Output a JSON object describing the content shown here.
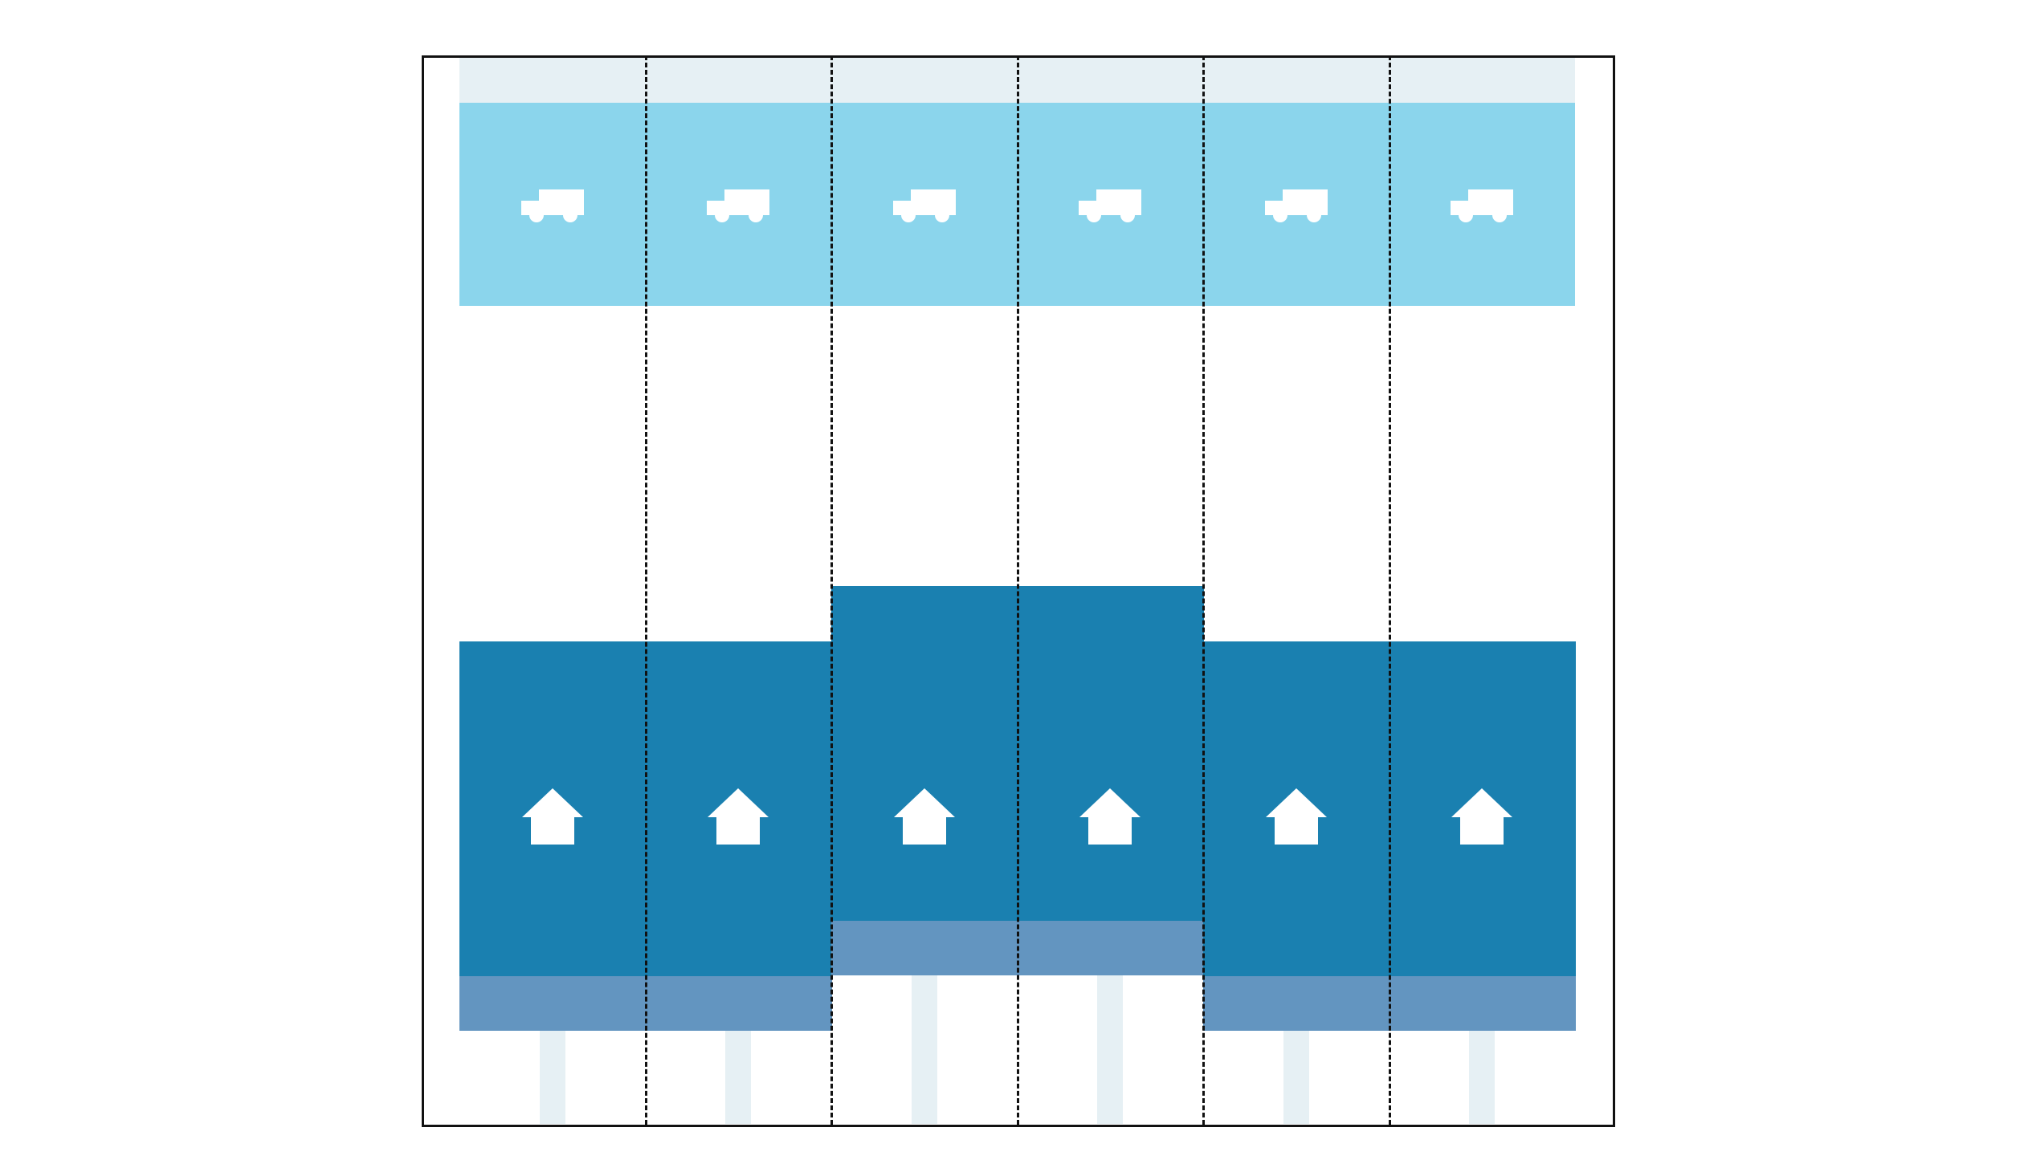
{
  "diagram": {
    "columns": 6,
    "top_band": {
      "icon": "truck-icon",
      "color": "#8bd5ec",
      "strip_color": "#e6f0f4"
    },
    "bottom_blocks": {
      "icon": "house-icon",
      "color": "#1a80b0",
      "base_color": "#6395c0",
      "pillar_color": "#e6f0f4",
      "raised_columns": [
        2,
        3
      ]
    },
    "separator_style": "dashed",
    "separator_color": "#111111"
  }
}
